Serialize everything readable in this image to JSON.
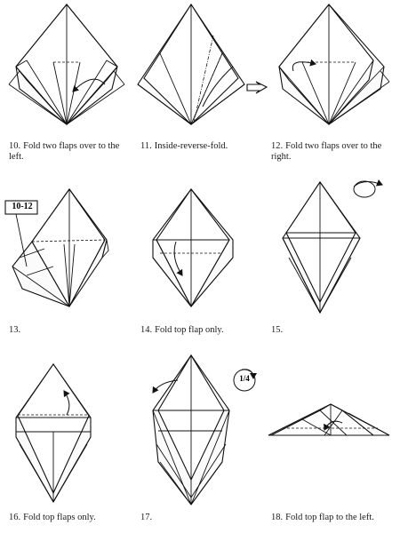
{
  "steps": [
    {
      "num": "10.",
      "text": "Fold two flaps over to the left."
    },
    {
      "num": "11.",
      "text": "Inside-reverse-fold."
    },
    {
      "num": "12.",
      "text": "Fold two flaps over to the right."
    },
    {
      "num": "13.",
      "text": ""
    },
    {
      "num": "14.",
      "text": "Fold top flap only."
    },
    {
      "num": "15.",
      "text": ""
    },
    {
      "num": "16.",
      "text": "Fold top flaps only."
    },
    {
      "num": "17.",
      "text": ""
    },
    {
      "num": "18.",
      "text": "Fold top flap to the left."
    }
  ],
  "labels": {
    "repeat_ref": "10-12",
    "rotate_fraction": "1/4"
  }
}
